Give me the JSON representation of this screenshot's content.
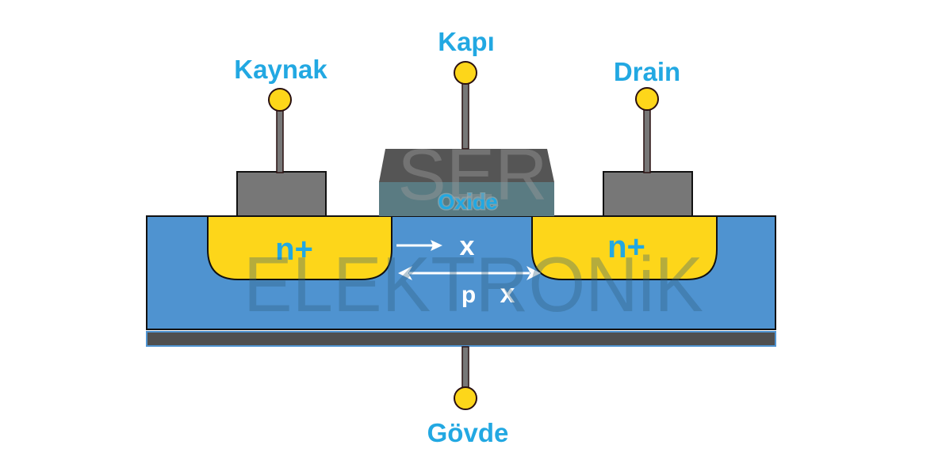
{
  "diagram": {
    "title": "MOSFET cross-section",
    "terminals": {
      "source": "Kaynak",
      "gate": "Kapı",
      "drain": "Drain",
      "body": "Gövde"
    },
    "regions": {
      "source_doping": "n+",
      "drain_doping": "n+",
      "substrate": "p",
      "oxide": "Oxide"
    },
    "markers": {
      "upper": "x",
      "lower": "x"
    },
    "watermark": {
      "line1": "SER",
      "line2": "ELEKTRONiK"
    },
    "colors": {
      "label": "#22a8e2",
      "substrate": "#4f93d0",
      "diffusion": "#fdd61a",
      "contact": "#777777",
      "gate_metal": "#555555",
      "oxide": "#5a7b82",
      "body_plate": "#4f4f4f",
      "terminal_ball": "#fdd61a"
    }
  }
}
